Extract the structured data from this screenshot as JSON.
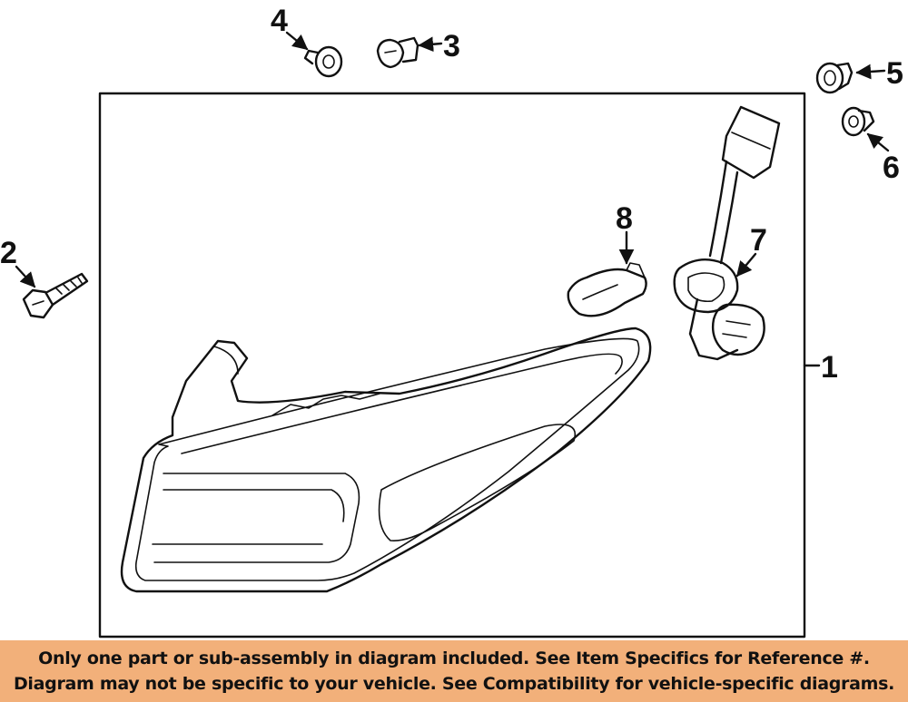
{
  "callouts": {
    "c1": "1",
    "c2": "2",
    "c3": "3",
    "c4": "4",
    "c5": "5",
    "c6": "6",
    "c7": "7",
    "c8": "8"
  },
  "banner": {
    "line1": "Only one part or sub-assembly in diagram included. See Item Specifics for Reference #.",
    "line2": "Diagram may not be specific to your vehicle. See Compatibility for vehicle-specific diagrams."
  },
  "colors": {
    "banner_bg": "#f2b07a",
    "line": "#111111"
  }
}
